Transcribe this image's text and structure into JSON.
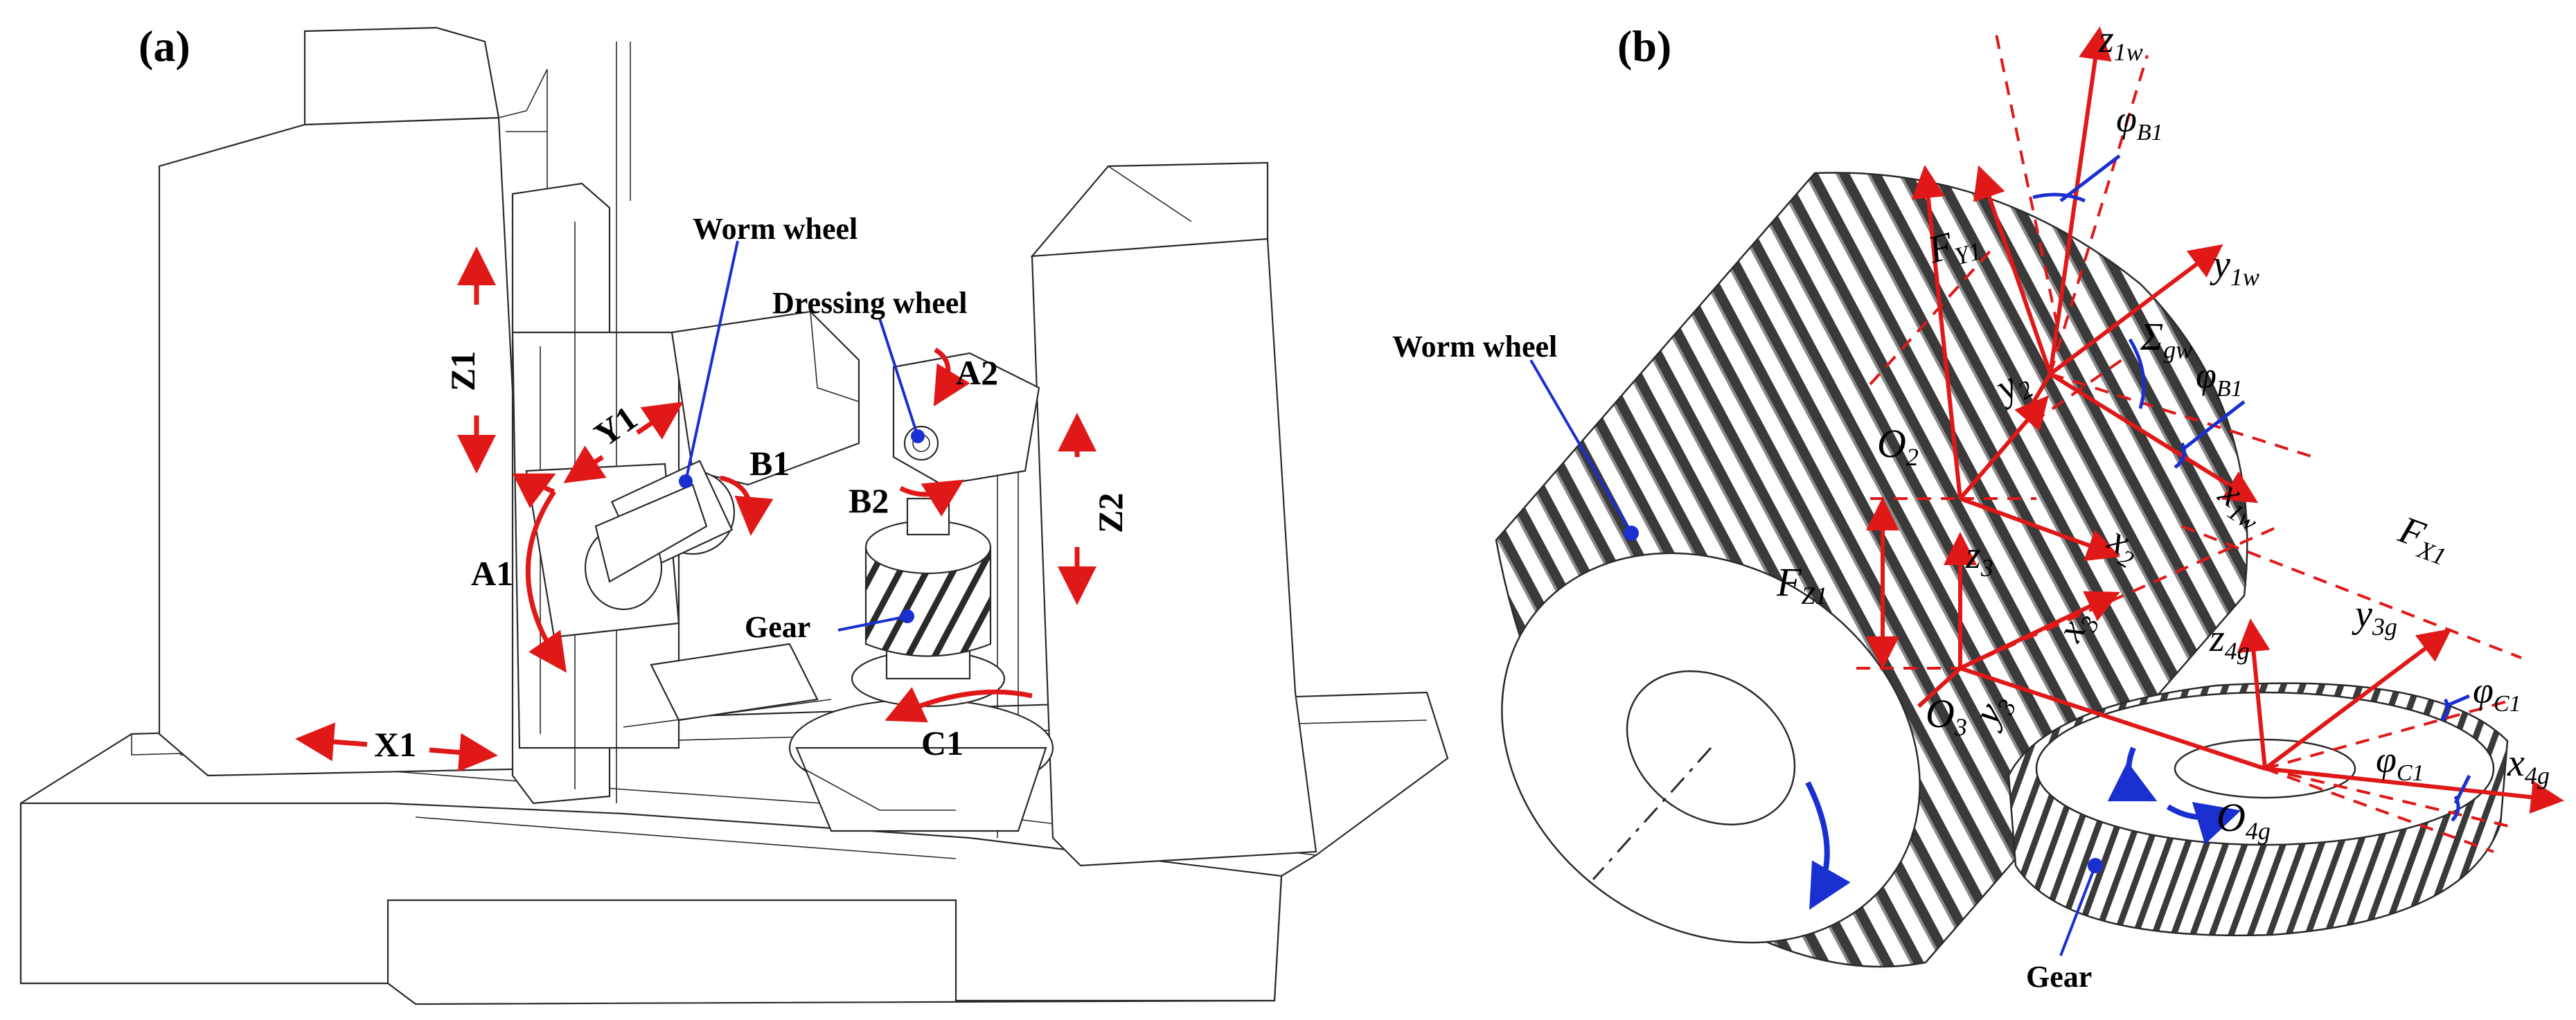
{
  "panels": {
    "a": {
      "tag": "(a)"
    },
    "b": {
      "tag": "(b)"
    }
  },
  "panel_a": {
    "worm_wheel": "Worm wheel",
    "dressing_wheel": "Dressing wheel",
    "gear": "Gear",
    "axes": {
      "z1": "Z1",
      "y1": "Y1",
      "b1": "B1",
      "a1": "A1",
      "x1": "X1",
      "a2": "A2",
      "b2": "B2",
      "z2": "Z2",
      "c1": "C1"
    }
  },
  "panel_b": {
    "worm_wheel": "Worm wheel",
    "gear": "Gear",
    "symbols": {
      "z1w": {
        "base": "z",
        "sub": "1w"
      },
      "y1w": {
        "base": "y",
        "sub": "1w"
      },
      "x1w": {
        "base": "x",
        "sub": "1w"
      },
      "phiB1_top": {
        "base": "φ",
        "sub": "B1"
      },
      "phiB1_mid": {
        "base": "φ",
        "sub": "B1"
      },
      "sigma_gw": {
        "base": "Σ",
        "sub": "gw"
      },
      "FY1": {
        "base": "F",
        "sub": "Y1"
      },
      "FZ1": {
        "base": "F",
        "sub": "Z1"
      },
      "FX1": {
        "base": "F",
        "sub": "X1"
      },
      "O2": {
        "base": "O",
        "sub": "2"
      },
      "O3": {
        "base": "O",
        "sub": "3"
      },
      "O4g": {
        "base": "O",
        "sub": "4g"
      },
      "y2": {
        "base": "y",
        "sub": "2"
      },
      "x2": {
        "base": "x",
        "sub": "2"
      },
      "z3": {
        "base": "z",
        "sub": "3"
      },
      "x3": {
        "base": "x",
        "sub": "3"
      },
      "y3": {
        "base": "y",
        "sub": "3"
      },
      "z4g": {
        "base": "z",
        "sub": "4g"
      },
      "y3g": {
        "base": "y",
        "sub": "3g"
      },
      "x4g": {
        "base": "x",
        "sub": "4g"
      },
      "phiC1_top": {
        "base": "φ",
        "sub": "C1"
      },
      "phiC1_bot": {
        "base": "φ",
        "sub": "C1"
      }
    }
  },
  "colors": {
    "axis_red": "#e01818",
    "callout_blue": "#1a2fd0",
    "line": "#2a2a2a"
  }
}
